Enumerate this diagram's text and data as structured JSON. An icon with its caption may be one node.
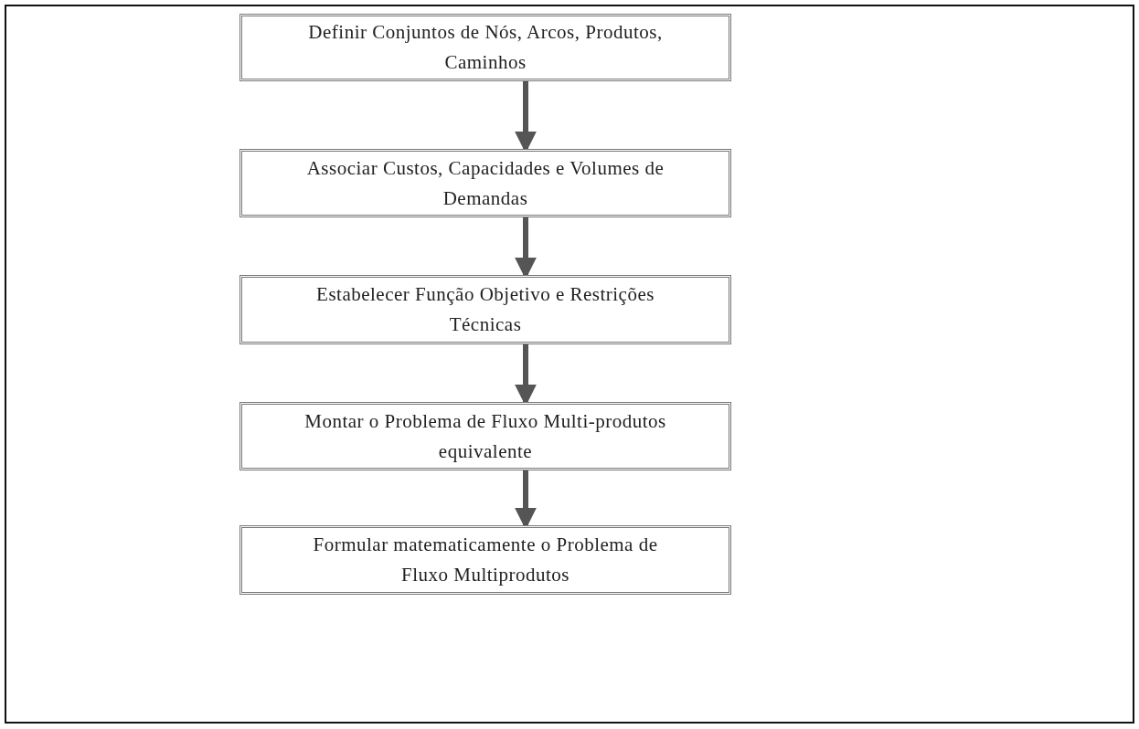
{
  "diagram": {
    "nodes": [
      {
        "text": [
          "Definir Conjuntos de Nós, Arcos, Produtos, Caminhos"
        ]
      },
      {
        "text": [
          "Associar Custos, Capacidades e Volumes de Demandas"
        ]
      },
      {
        "text": [
          "Estabelecer Função Objetivo e Restrições Técnicas"
        ]
      },
      {
        "text": [
          "Montar o Problema de Fluxo Multi-produtos equivalente"
        ]
      },
      {
        "text": [
          "Formular matematicamente o Problema de Fluxo Multiprodutos"
        ]
      }
    ],
    "edges": [
      {
        "from": 0,
        "to": 1,
        "arrow": "to"
      },
      {
        "from": 1,
        "to": 2,
        "arrow": "to"
      },
      {
        "from": 2,
        "to": 3,
        "arrow": "to"
      },
      {
        "from": 3,
        "to": 4,
        "arrow": "to"
      }
    ]
  }
}
